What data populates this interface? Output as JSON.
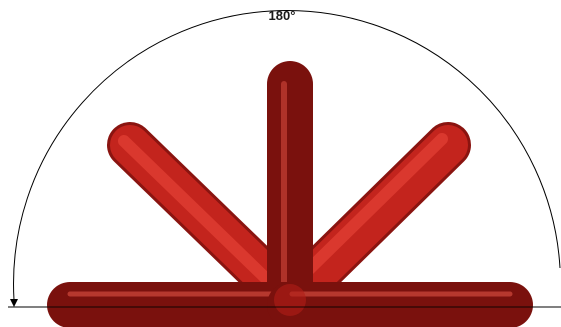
{
  "angle_label": "180°",
  "colors": {
    "rod_base": "#c3241d",
    "rod_light": "#ef4a3d",
    "rod_dark": "#8a1410",
    "line": "#000000"
  },
  "diagram": {
    "arms": [
      {
        "name": "arm-0-deg",
        "angle_deg": 0
      },
      {
        "name": "arm-45-deg",
        "angle_deg": 45
      },
      {
        "name": "arm-90-deg",
        "angle_deg": 90
      },
      {
        "name": "arm-135-deg",
        "angle_deg": 135
      },
      {
        "name": "arm-180-deg",
        "angle_deg": 180
      }
    ]
  }
}
